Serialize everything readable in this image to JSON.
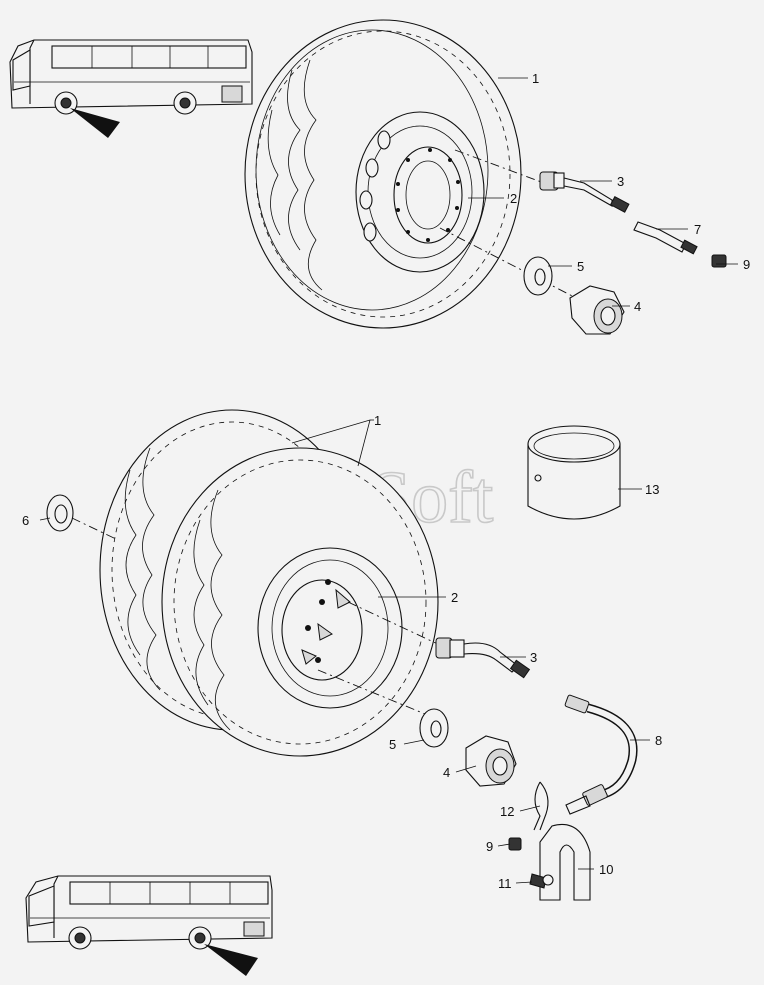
{
  "watermark": "AutoSoft",
  "callouts": {
    "top": {
      "c1": "1",
      "c2": "2",
      "c3": "3",
      "c4": "4",
      "c5": "5",
      "c7": "7",
      "c9": "9"
    },
    "bottom": {
      "c1": "1",
      "c2": "2",
      "c3": "3",
      "c4": "4",
      "c5": "5",
      "c6": "6",
      "c8": "8",
      "c9": "9",
      "c10": "10",
      "c11": "11",
      "c12": "12",
      "c13": "13"
    }
  }
}
